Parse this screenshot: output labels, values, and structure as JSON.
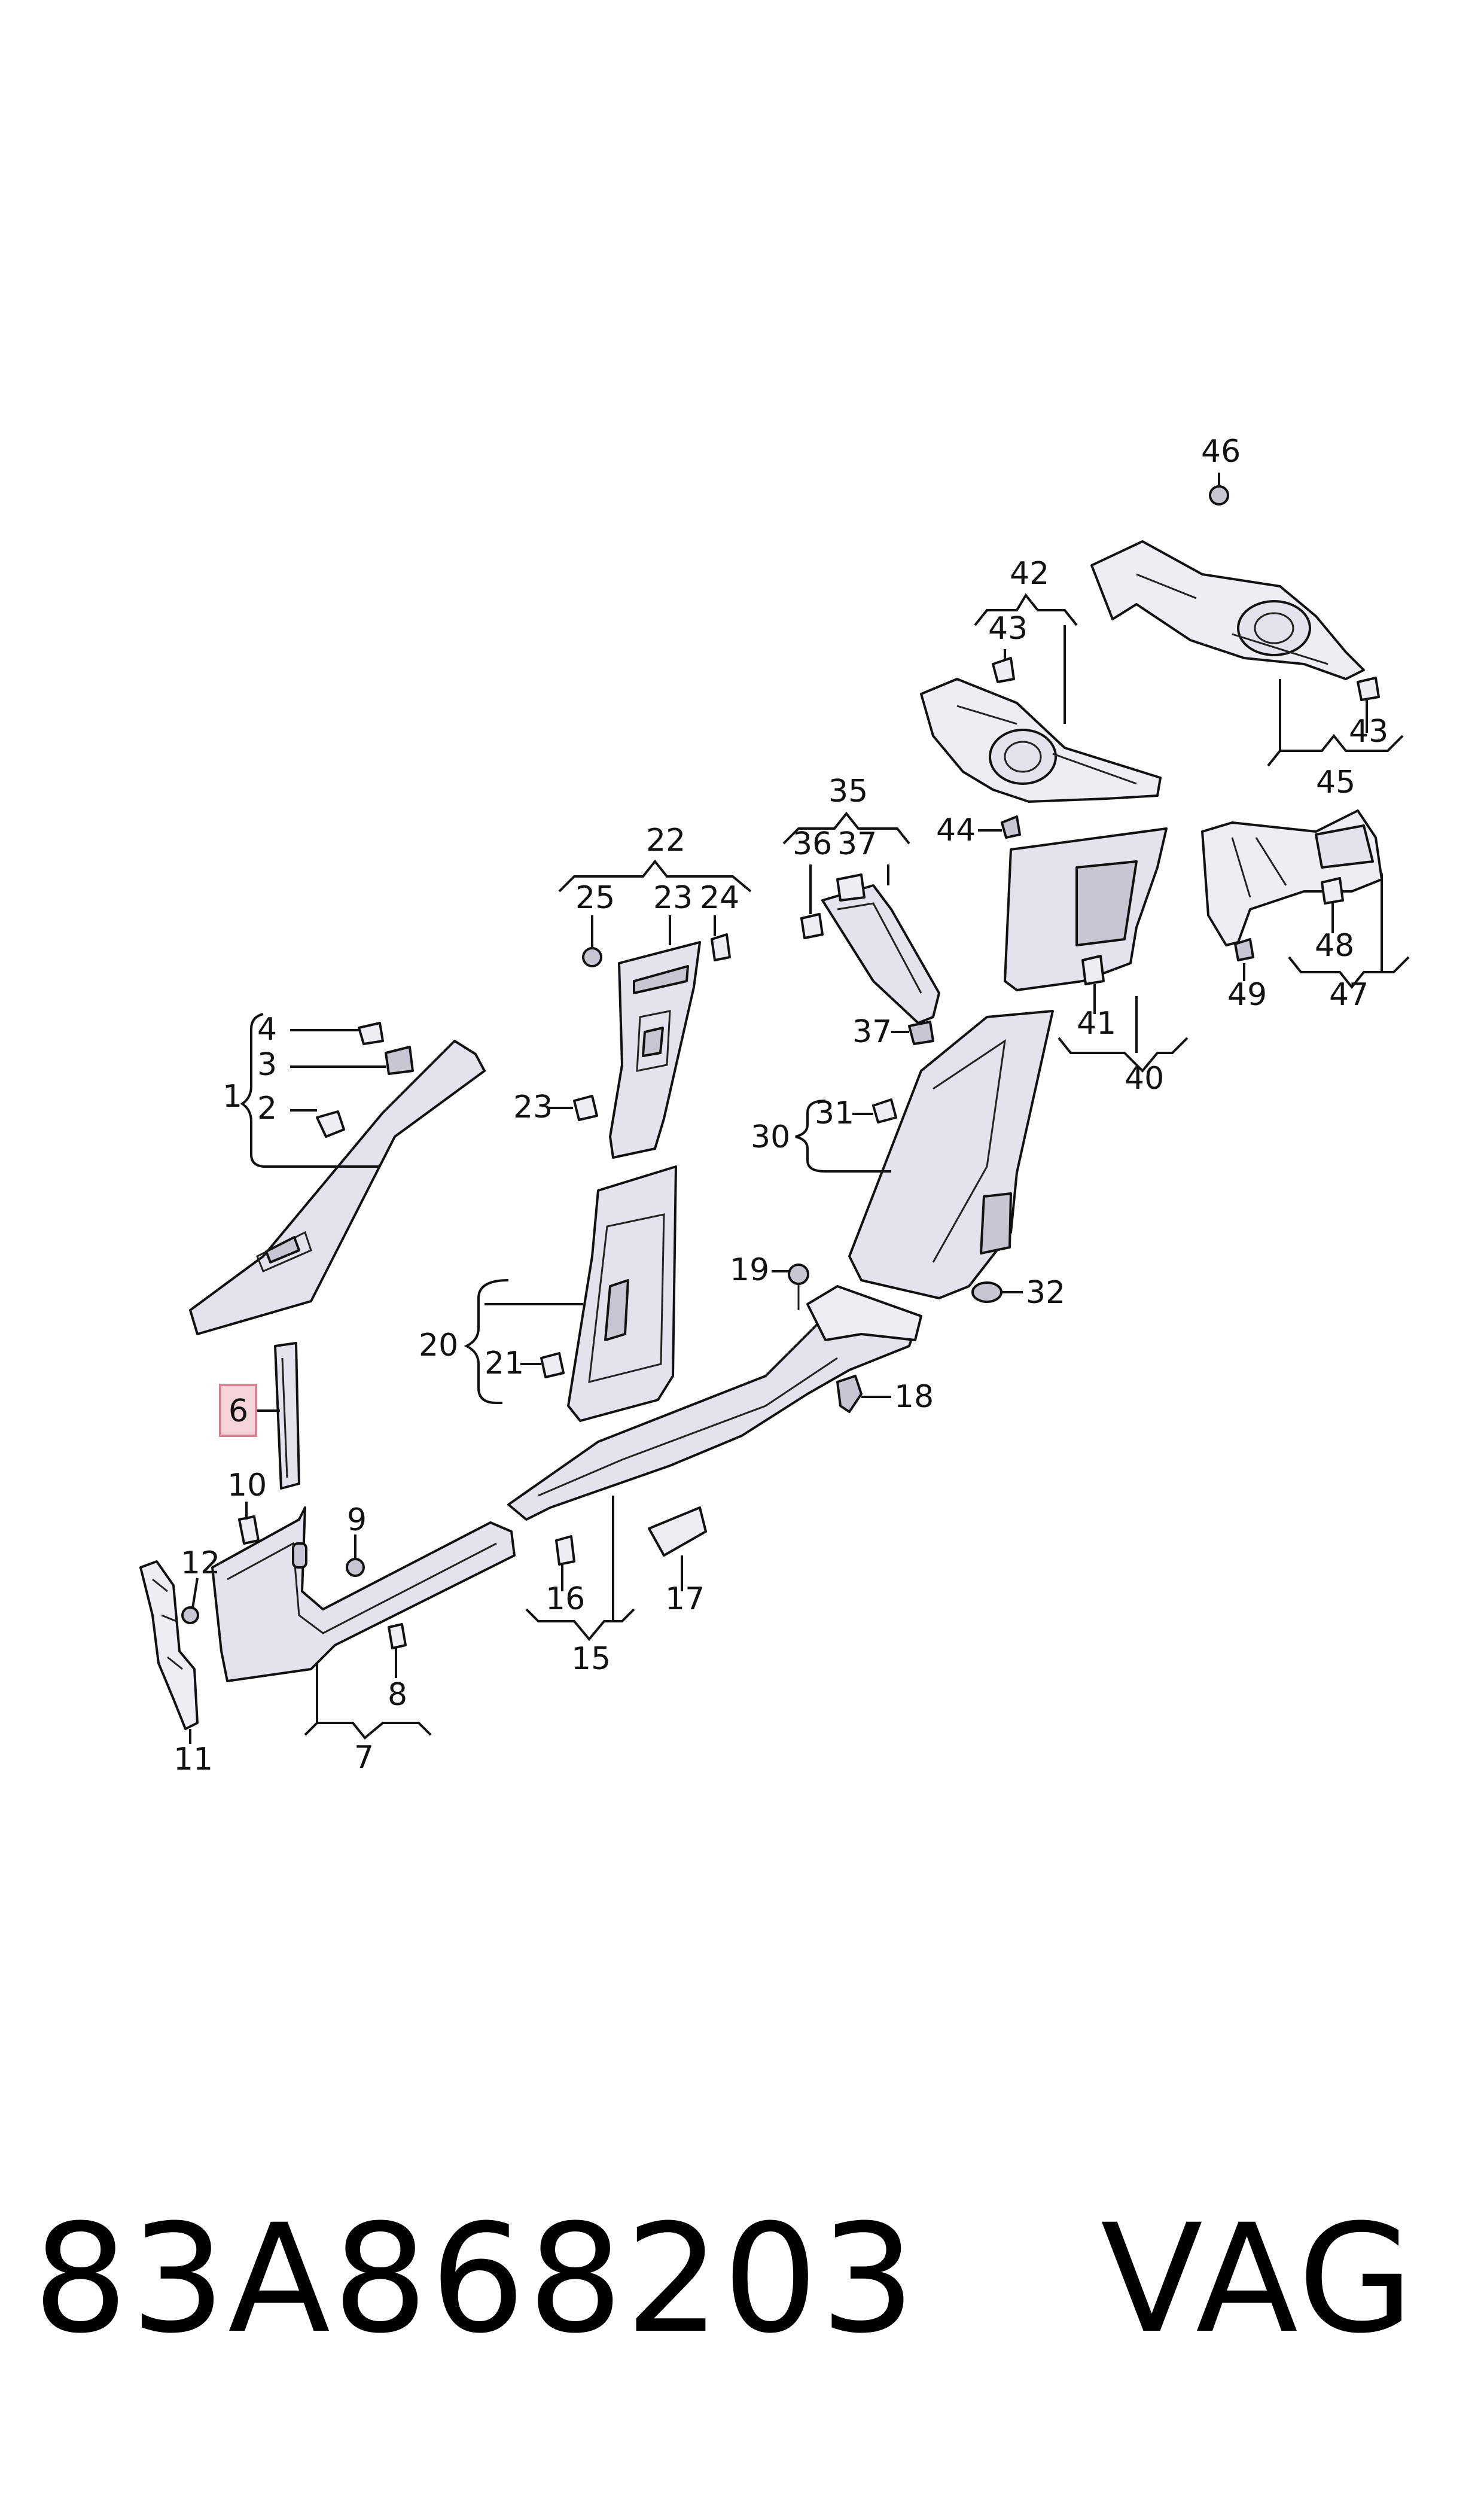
{
  "diagram": {
    "callouts": [
      "1",
      "2",
      "3",
      "4",
      "6",
      "7",
      "8",
      "9",
      "10",
      "11",
      "12",
      "15",
      "16",
      "17",
      "18",
      "19",
      "20",
      "21",
      "22",
      "23",
      "23",
      "24",
      "25",
      "30",
      "31",
      "32",
      "35",
      "36",
      "37",
      "37",
      "40",
      "41",
      "42",
      "43",
      "43",
      "44",
      "45",
      "46",
      "47",
      "48",
      "49"
    ],
    "highlighted_callout": "6"
  },
  "footer": {
    "part_number": "83A868203",
    "brand": "VAG"
  }
}
